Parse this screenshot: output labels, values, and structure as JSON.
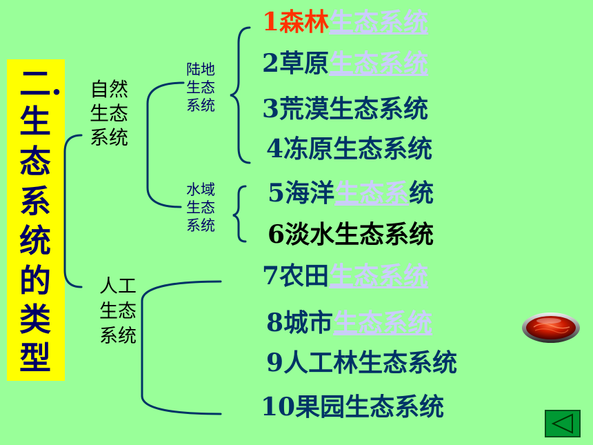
{
  "title": {
    "chars": [
      "二.",
      "生",
      "态",
      "系",
      "统",
      "的",
      "类",
      "型"
    ]
  },
  "natural": {
    "label": [
      "自然",
      "生态",
      "系统"
    ],
    "land_label": [
      "陆地",
      "生态",
      "系统"
    ],
    "water_label": [
      "水域",
      "生态",
      "系统"
    ]
  },
  "artificial": {
    "label": [
      "人工",
      "生态",
      "系统"
    ]
  },
  "items": [
    {
      "num": "1",
      "name": "森林",
      "link": "生态系统",
      "rest": ""
    },
    {
      "num": "2",
      "name": "草原",
      "link": "生态系统",
      "rest": ""
    },
    {
      "num": "3",
      "name": "荒漠生态系统",
      "link": "",
      "rest": ""
    },
    {
      "num": "4",
      "name": "冻原生态系统",
      "link": "",
      "rest": ""
    },
    {
      "num": "5",
      "name": "海洋",
      "link": "生态系",
      "rest": "统"
    },
    {
      "num": "6",
      "name": "淡水生态系统",
      "link": "",
      "rest": ""
    },
    {
      "num": "7",
      "name": "农田",
      "link": "生态系统",
      "rest": ""
    },
    {
      "num": "8",
      "name": "城市",
      "link": "生态系统",
      "rest": ""
    },
    {
      "num": "9",
      "name": "人工林生态系统",
      "link": "",
      "rest": ""
    },
    {
      "num": "10",
      "name": "果园生态系统",
      "link": "",
      "rest": ""
    }
  ],
  "icons": {
    "orb": "red-orb-button-icon",
    "back": "triangle-left-icon"
  },
  "colors": {
    "background": "#99ff99",
    "title_box": "#ffff00",
    "text_dark": "#003366",
    "highlight": "#ff3300",
    "hyperlink": "#ccccff",
    "nav_button": "#009933"
  }
}
